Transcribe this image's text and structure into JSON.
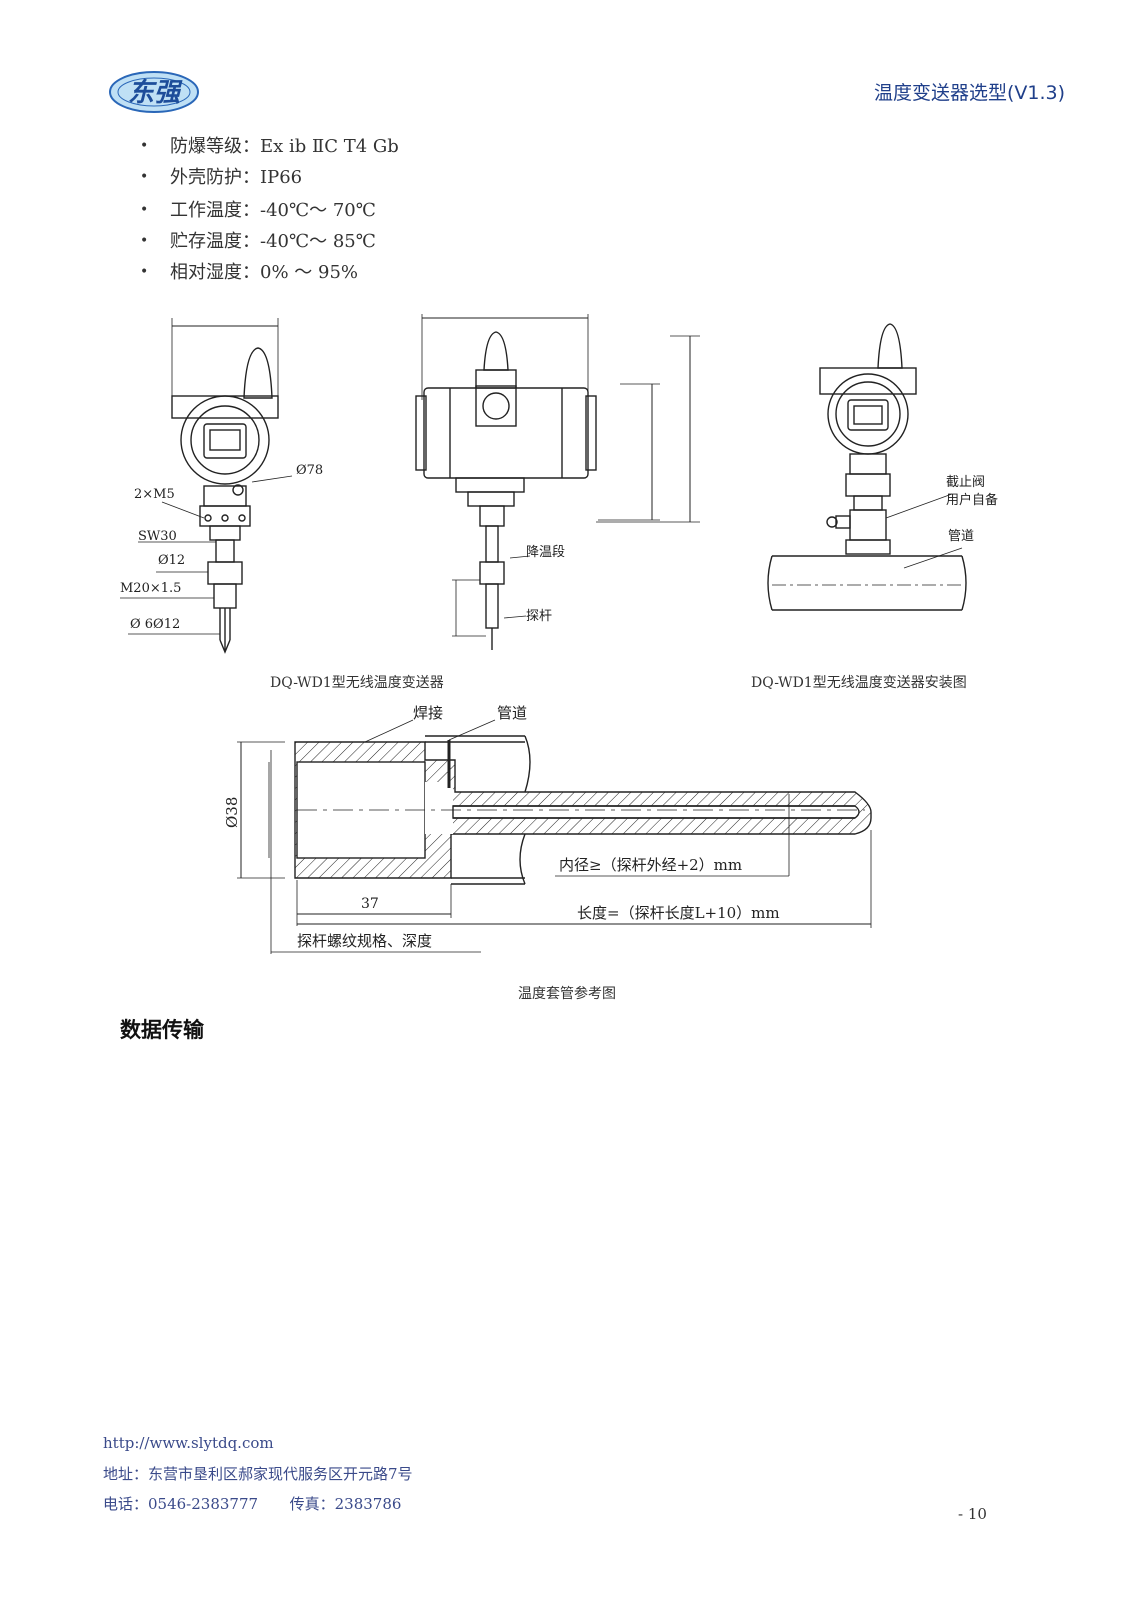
{
  "header": {
    "logo_text": "东强",
    "title": "温度变送器选型(V1.3)"
  },
  "specs": [
    {
      "bullet": "•",
      "text": "防爆等级：Ex ib ⅡC T4 Gb"
    },
    {
      "bullet": "•",
      "text": "外壳防护：IP66"
    },
    {
      "bullet": "•",
      "text": "工作温度：-40℃～ 70℃"
    },
    {
      "bullet": "•",
      "text": "贮存温度：-40℃～ 85℃"
    },
    {
      "bullet": "•",
      "text": "相对湿度：0% ～ 95%"
    }
  ],
  "figure1": {
    "labels": {
      "d78": "Ø78",
      "m5": "2×M5",
      "sw30": "SW30",
      "d12": "Ø12",
      "m20": "M20×1.5",
      "d6": "Ø 6Ø12",
      "cooling": "降温段",
      "probe": "探杆",
      "valve1": "截止阀",
      "valve2": "用户自备",
      "pipe": "管道"
    },
    "caption_left": "DQ-WD1型无线温度变送器",
    "caption_right": "DQ-WD1型无线温度变送器安装图"
  },
  "figure2": {
    "labels": {
      "weld": "焊接",
      "pipe": "管道",
      "d38": "Ø38",
      "inner": "内径≥（探杆外经+2）mm",
      "len37": "37",
      "length": "长度=（探杆长度L+10）mm",
      "thread": "探杆螺纹规格、深度"
    },
    "caption": "温度套管参考图"
  },
  "section_title": "数据传输",
  "footer": {
    "url": "http://www.slytdq.com",
    "address": "地址：东营市垦利区郝家现代服务区开元路7号",
    "phone": "电话：0546-2383777",
    "fax": "传真：2383786",
    "page": "- 10"
  },
  "colors": {
    "title_blue": "#1f3f8a",
    "logo_blue": "#2a67b8",
    "logo_bg": "#bfe0f5"
  }
}
